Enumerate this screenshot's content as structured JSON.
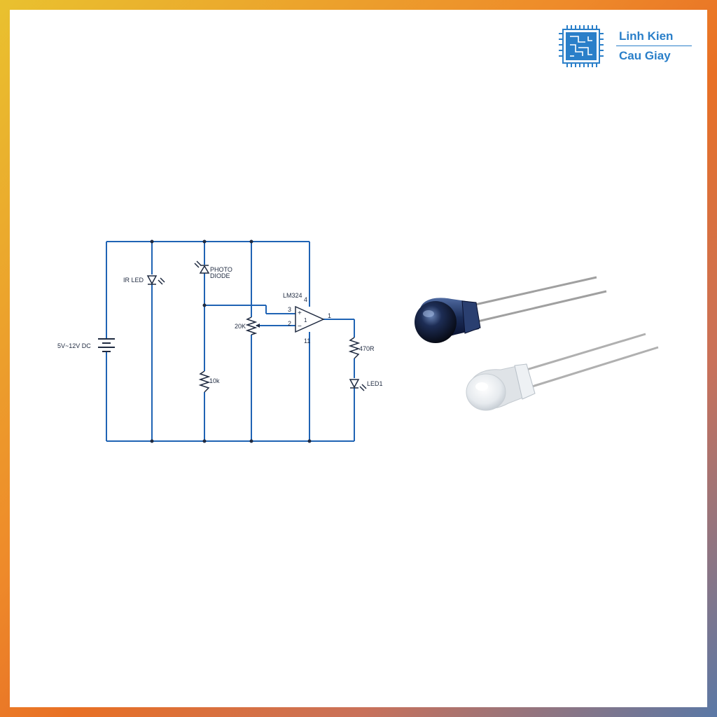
{
  "brand": {
    "line1": "Linh Kien",
    "line2": "Cau Giay",
    "color": "#2a7fc9"
  },
  "schematic": {
    "wire_color": "#1f63b4",
    "labels": {
      "ir_led": "IR LED",
      "photo_diode_1": "PHOTO",
      "photo_diode_2": "DIODE",
      "opamp": "LM324",
      "pot": "20K",
      "supply": "5V~12V DC",
      "r_10k": "10k",
      "r_470": "470R",
      "led1": "LED1",
      "pin3": "3",
      "pin2": "2",
      "pin1": "1",
      "pin4": "4",
      "pin11": "11",
      "plus": "+",
      "minus": "−",
      "unit": "1"
    }
  },
  "photo": {
    "components": [
      "ir-receiver-diode",
      "ir-emitter-led"
    ]
  }
}
